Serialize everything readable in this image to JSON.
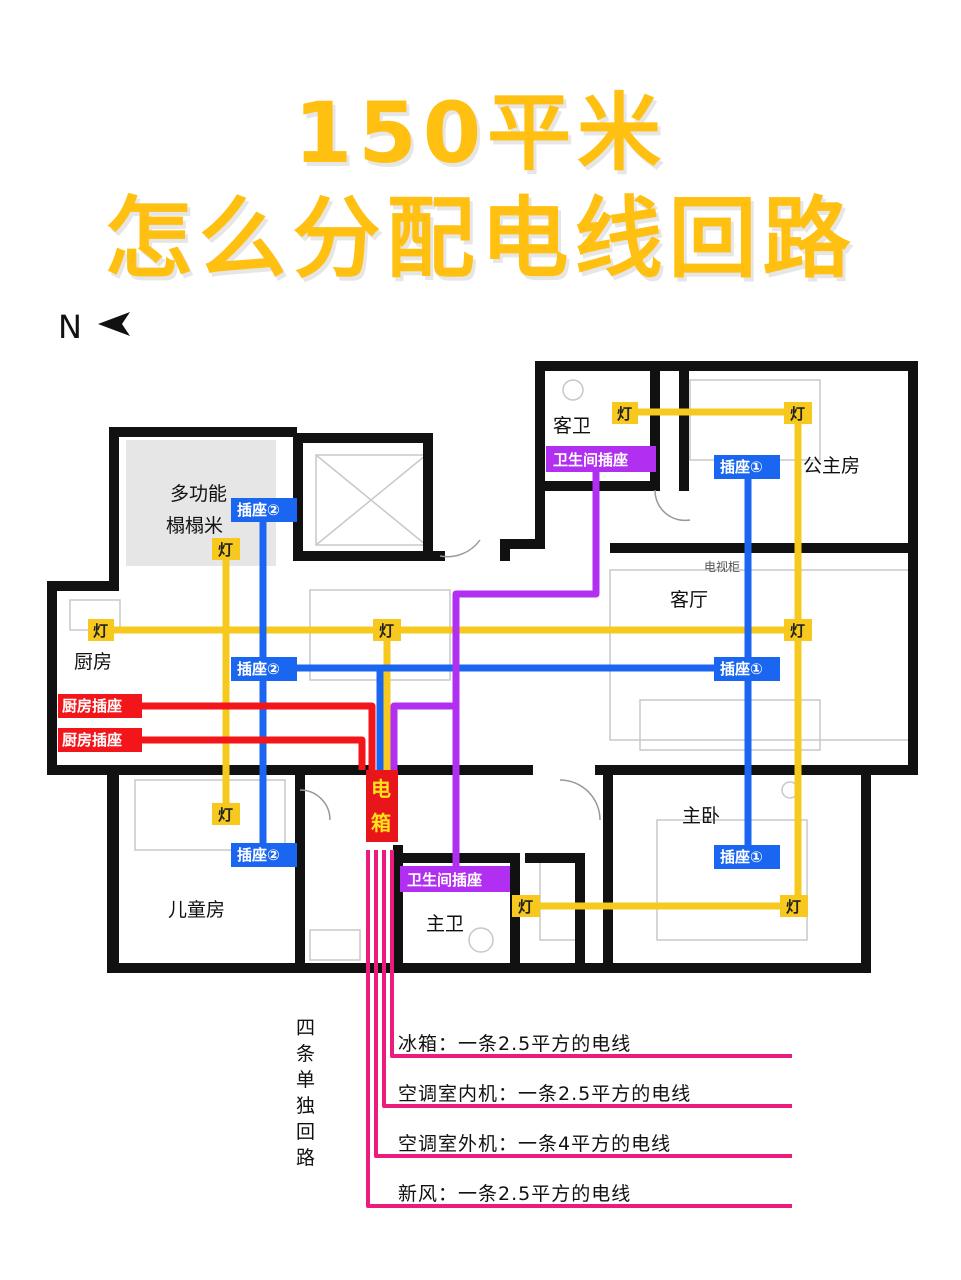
{
  "title": {
    "line1": "150平米",
    "line2": "怎么分配电线回路"
  },
  "compass": {
    "label": "N"
  },
  "rooms": {
    "guest_bath": "客卫",
    "multi_line1": "多功能",
    "multi_line2": "榻榻米",
    "princess": "公主房",
    "tv_cabinet": "电视柜",
    "living": "客厅",
    "kitchen": "厨房",
    "master": "主卧",
    "kids": "儿童房",
    "master_bath": "主卫"
  },
  "tags": {
    "light": "灯",
    "socket1": "插座①",
    "socket2": "插座②",
    "bath_socket": "卫生间插座",
    "kitchen_socket": "厨房插座",
    "panel_1": "电",
    "panel_2": "箱"
  },
  "circuits": {
    "heading": [
      "四",
      "条",
      "单",
      "独",
      "回",
      "路"
    ],
    "items": [
      "冰箱：一条2.5平方的电线",
      "空调室内机：一条2.5平方的电线",
      "空调室外机：一条4平方的电线",
      "新风：一条2.5平方的电线"
    ]
  },
  "colors": {
    "title": "#FFC012",
    "light": "#F7C91E",
    "socket": "#1B66F0",
    "bath": "#B12FF0",
    "kitchen": "#F2161A",
    "dedicated": "#EC1C7C",
    "wall": "#111111"
  }
}
